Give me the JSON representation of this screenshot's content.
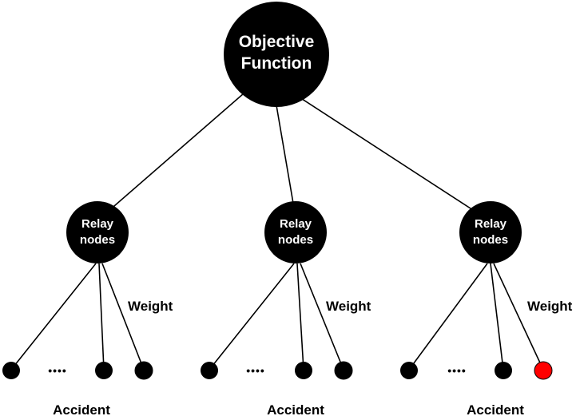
{
  "root": {
    "label_line1": "Objective",
    "label_line2": "Function"
  },
  "groups": [
    {
      "relay_line1": "Relay",
      "relay_line2": "nodes",
      "weight_label": "Weight",
      "ellipsis": "••••",
      "accident_label": "Accident",
      "highlight_color": "#000000"
    },
    {
      "relay_line1": "Relay",
      "relay_line2": "nodes",
      "weight_label": "Weight",
      "ellipsis": "••••",
      "accident_label": "Accident",
      "highlight_color": "#000000"
    },
    {
      "relay_line1": "Relay",
      "relay_line2": "nodes",
      "weight_label": "Weight",
      "ellipsis": "••••",
      "accident_label": "Accident",
      "highlight_color": "#ff0000"
    }
  ]
}
